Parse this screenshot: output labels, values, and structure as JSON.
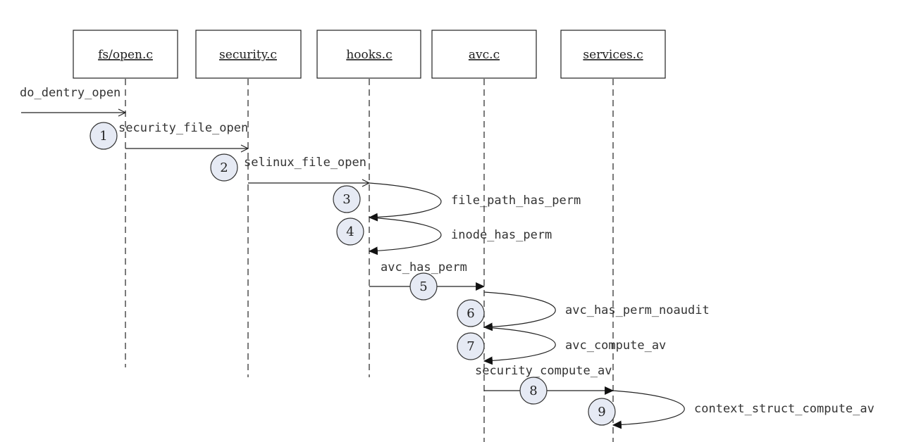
{
  "lifelines": [
    {
      "id": "fs-open-c",
      "label": "fs/open.c"
    },
    {
      "id": "security-c",
      "label": "security.c"
    },
    {
      "id": "hooks-c",
      "label": "hooks.c"
    },
    {
      "id": "avc-c",
      "label": "avc.c"
    },
    {
      "id": "services-c",
      "label": "services.c"
    }
  ],
  "messages": [
    {
      "label": "do_dentry_open",
      "step": ""
    },
    {
      "label": "security_file_open",
      "step": "1"
    },
    {
      "label": "selinux_file_open",
      "step": "2"
    },
    {
      "label": "file_path_has_perm",
      "step": "3"
    },
    {
      "label": "inode_has_perm",
      "step": "4"
    },
    {
      "label": "avc_has_perm",
      "step": "5"
    },
    {
      "label": "avc_has_perm_noaudit",
      "step": "6"
    },
    {
      "label": "avc_compute_av",
      "step": "7"
    },
    {
      "label": "security_compute_av",
      "step": "8"
    },
    {
      "label": "context_struct_compute_av",
      "step": "9"
    }
  ]
}
